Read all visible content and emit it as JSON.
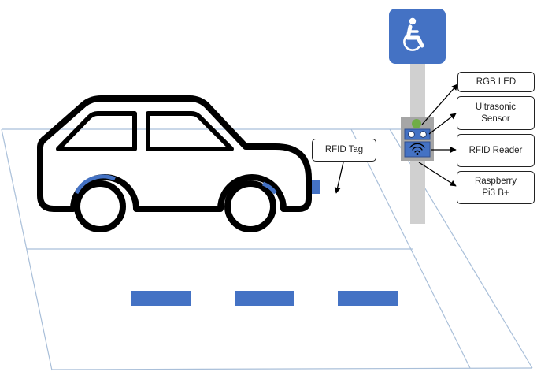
{
  "diagram": {
    "labels": {
      "rfid_tag": "RFID Tag",
      "rgb_led": "RGB LED",
      "ultrasonic_sensor": "Ultrasonic\nSensor",
      "rfid_reader": "RFID Reader",
      "raspberry_pi": "Raspberry\nPi3 B+"
    },
    "sign": {
      "icon": "wheelchair-accessible-icon"
    },
    "colors": {
      "accent_blue": "#4472C4",
      "led_green": "#70AD47",
      "pole_gray": "#D0D0D0",
      "housing_gray": "#A6A6A6",
      "parking_line": "#A9BFD9",
      "outline": "#000000"
    }
  }
}
